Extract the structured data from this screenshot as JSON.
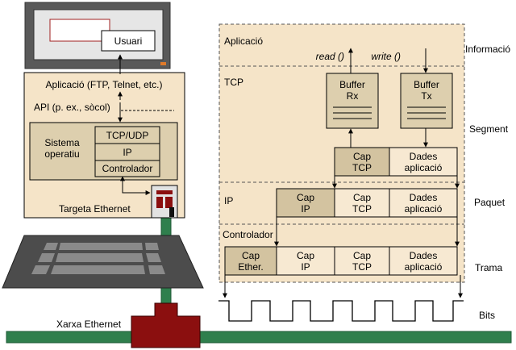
{
  "colors": {
    "panel": "#f5e4c8",
    "box": "#ddcfae",
    "dark_box": "#d3c3a0",
    "cable": "#2f7f4d",
    "connector": "#8b0f0f",
    "monitor_frame": "#595959",
    "monitor_screen": "#e6e6e6",
    "keyboard": "#4c4c4c",
    "key": "#8a8a8a"
  },
  "computer": {
    "user": "Usuari",
    "application": "Aplicació (FTP, Telnet, etc.)",
    "api": "API (p. ex., sòcol)",
    "os_line1": "Sistema",
    "os_line2": "operatiu",
    "stack": [
      "TCP/UDP",
      "IP",
      "Controlador"
    ],
    "card": "Targeta Ethernet",
    "network": "Xarxa Ethernet"
  },
  "layers": {
    "application": "Aplicació",
    "tcp": "TCP",
    "ip": "IP",
    "driver": "Controlador",
    "read": "read ()",
    "write": "write ()",
    "buffer_rx": [
      "Buffer",
      "Rx"
    ],
    "buffer_tx": [
      "Buffer",
      "Tx"
    ]
  },
  "fields": {
    "cap_tcp": [
      "Cap",
      "TCP"
    ],
    "cap_ip": [
      "Cap",
      "IP"
    ],
    "cap_ether": [
      "Cap",
      "Ether."
    ],
    "data": [
      "Dades",
      "aplicació"
    ]
  },
  "units": {
    "information": "Informació",
    "segment": "Segment",
    "packet": "Paquet",
    "frame": "Trama",
    "bits": "Bits"
  }
}
